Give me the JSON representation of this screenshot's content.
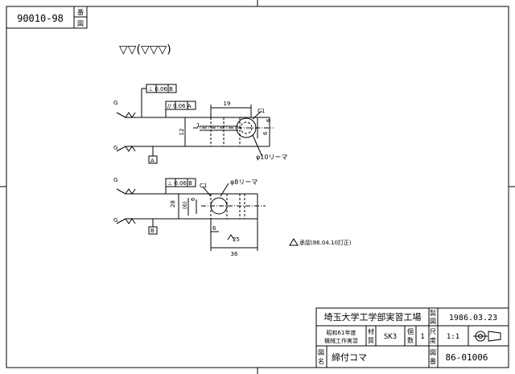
{
  "drawing_number_reversed": "90010-98",
  "drawing_number_reversed_label": [
    "番",
    "図"
  ],
  "surface_finish_symbols": "▽▽(▽▽▽)",
  "tolerances": {
    "perpendicularity_1": "⊥ 0.06 B",
    "parallelism": "// 0.06 A",
    "perpendicularity_2": "⊥ 0.06 B"
  },
  "datum_labels": {
    "a": "A",
    "b": "B"
  },
  "surface_marks": {
    "g": "G"
  },
  "dimensions": {
    "top_width": "19",
    "top_height": "12",
    "slot_width": "1",
    "hole_dia": "6",
    "chamfer": "C1",
    "side_width": "6",
    "bottom_height": "28",
    "bottom_inner_height": "(6)",
    "bottom_hole_dia": "6",
    "bottom_offset": "6",
    "bottom_width": "36",
    "finish_mark": "25",
    "reamer_top": "φ10リーマ",
    "reamer_bottom": "φ8リーマ",
    "chamfer_bottom": "C1"
  },
  "revision_note": "承認(86.04.10訂正)",
  "title_block": {
    "organization": "埼玉大学工学部実習工場",
    "label_made": [
      "製",
      "図"
    ],
    "date": "1986.03.23",
    "course_line1": "昭和61年度",
    "course_line2": "機械工作実習",
    "label_material": [
      "材",
      "質"
    ],
    "material": "SK3",
    "label_count": [
      "個",
      "数"
    ],
    "count": "1",
    "label_scale": [
      "尺",
      "度"
    ],
    "scale": "1:1",
    "label_name": [
      "図",
      "名"
    ],
    "part_name": "締付コマ",
    "label_number": [
      "図",
      "番"
    ],
    "drawing_number": "86-01006"
  }
}
